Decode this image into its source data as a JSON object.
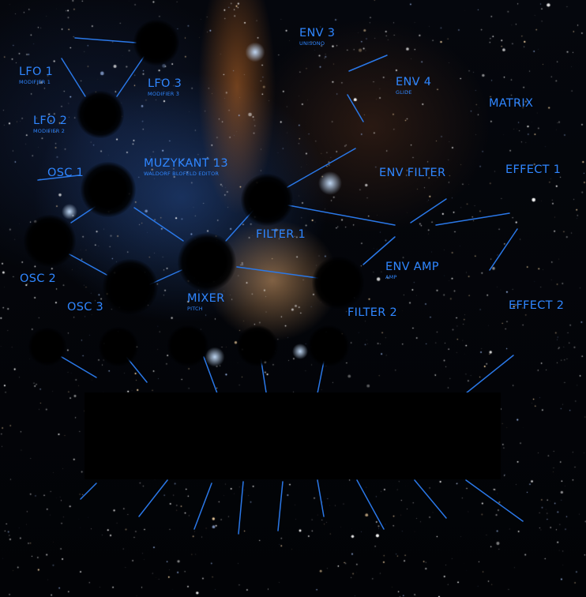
{
  "sections": {
    "lfo1": {
      "name": "LFO 1",
      "sub": "MODIFIER 1"
    },
    "lfo2": {
      "name": "LFO 2",
      "sub": "MODIFIER 2"
    },
    "lfo3": {
      "name": "LFO 3",
      "sub": "MODIFIER 3"
    },
    "env3": {
      "name": "ENV 3",
      "sub": "UNISONO"
    },
    "env4": {
      "name": "ENV 4",
      "sub": "GLIDE"
    },
    "matrix": {
      "name": "MATRIX"
    },
    "osc1": {
      "name": "OSC 1"
    },
    "osc2": {
      "name": "OSC 2"
    },
    "osc3": {
      "name": "OSC 3"
    },
    "title": {
      "name": "MUZYKANT 13",
      "sub": "WALDORF BLOFELD EDITOR"
    },
    "env_filter": {
      "name": "ENV FILTER"
    },
    "effect1": {
      "name": "EFFECT 1"
    },
    "filter1": {
      "name": "FILTER 1"
    },
    "env_amp": {
      "name": "ENV AMP",
      "sub": "AMP"
    },
    "mixer": {
      "name": "MIXER",
      "sub": "PITCH"
    },
    "filter2": {
      "name": "FILTER 2"
    },
    "effect2": {
      "name": "EFFECT 2"
    }
  },
  "colors": {
    "accent": "#2f86ff",
    "background": "#04050a",
    "display": "#000000"
  }
}
